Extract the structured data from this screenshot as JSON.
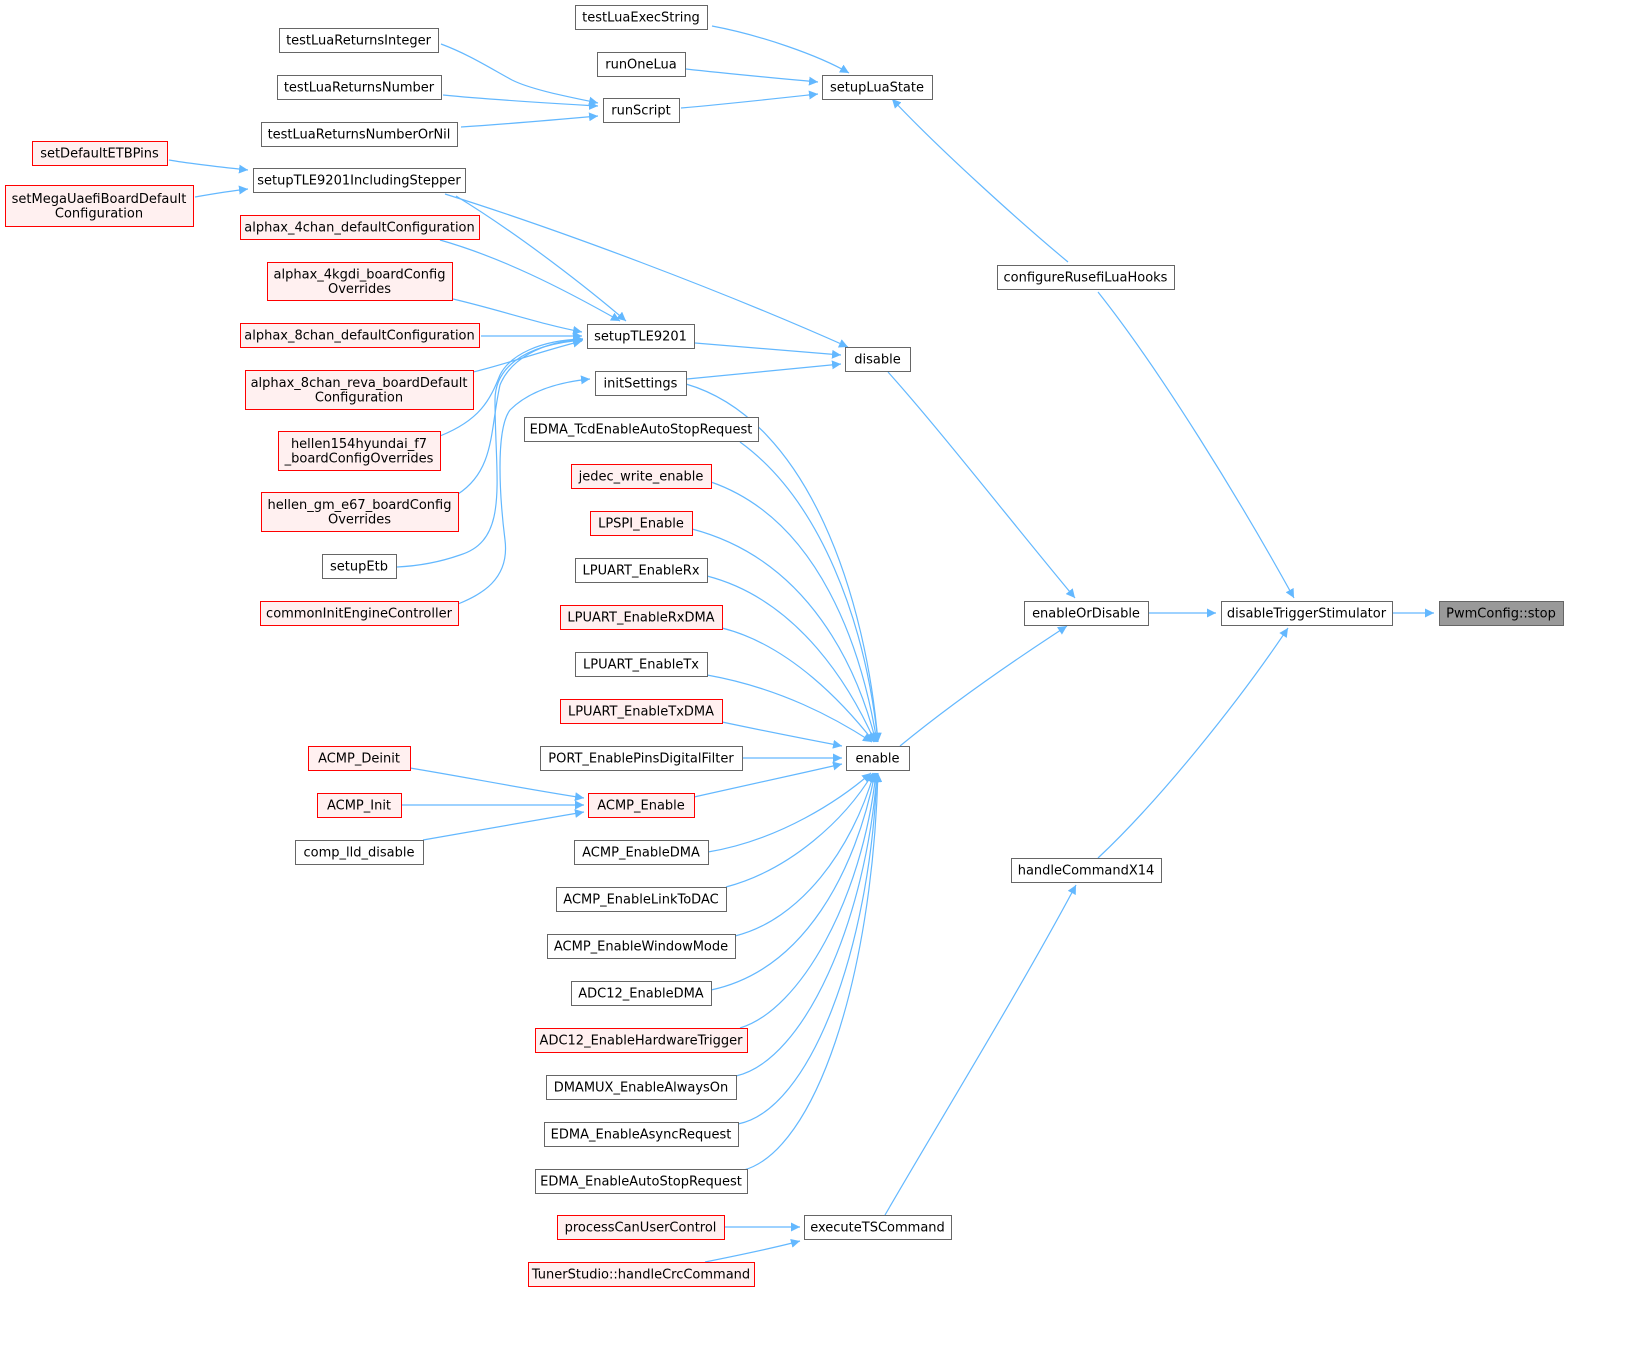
{
  "colors": {
    "edge": "#63b8ff",
    "node_fill": "#ffffff",
    "node_border": "#666666",
    "node_red_fill": "#fff0f0",
    "node_red_border": "#ff0000",
    "focus_fill": "#999999",
    "focus_border": "#666666"
  },
  "nodes": {
    "testLuaExecString": {
      "lines": [
        "testLuaExecString"
      ],
      "style": "normal"
    },
    "runOneLua": {
      "lines": [
        "runOneLua"
      ],
      "style": "normal"
    },
    "setupLuaState": {
      "lines": [
        "setupLuaState"
      ],
      "style": "normal"
    },
    "testLuaReturnsInteger": {
      "lines": [
        "testLuaReturnsInteger"
      ],
      "style": "normal"
    },
    "testLuaReturnsNumber": {
      "lines": [
        "testLuaReturnsNumber"
      ],
      "style": "normal"
    },
    "testLuaReturnsNumberOrNil": {
      "lines": [
        "testLuaReturnsNumberOrNil"
      ],
      "style": "normal"
    },
    "runScript": {
      "lines": [
        "runScript"
      ],
      "style": "normal"
    },
    "setDefaultETBPins": {
      "lines": [
        "setDefaultETBPins"
      ],
      "style": "red"
    },
    "setMegaUaefi": {
      "lines": [
        "setMegaUaefiBoardDefault",
        "Configuration"
      ],
      "style": "red"
    },
    "setupTLE9201IncludingStepper": {
      "lines": [
        "setupTLE9201IncludingStepper"
      ],
      "style": "normal"
    },
    "alphax_4chan": {
      "lines": [
        "alphax_4chan_defaultConfiguration"
      ],
      "style": "red"
    },
    "alphax_4kgdi": {
      "lines": [
        "alphax_4kgdi_boardConfig",
        "Overrides"
      ],
      "style": "red"
    },
    "alphax_8chan": {
      "lines": [
        "alphax_8chan_defaultConfiguration"
      ],
      "style": "red"
    },
    "alphax_8chan_reva": {
      "lines": [
        "alphax_8chan_reva_boardDefault",
        "Configuration"
      ],
      "style": "red"
    },
    "hellen154": {
      "lines": [
        "hellen154hyundai_f7",
        "_boardConfigOverrides"
      ],
      "style": "red"
    },
    "hellen_gm": {
      "lines": [
        "hellen_gm_e67_boardConfig",
        "Overrides"
      ],
      "style": "red"
    },
    "setupEtb": {
      "lines": [
        "setupEtb"
      ],
      "style": "normal"
    },
    "commonInitEngineController": {
      "lines": [
        "commonInitEngineController"
      ],
      "style": "red"
    },
    "setupTLE9201": {
      "lines": [
        "setupTLE9201"
      ],
      "style": "normal"
    },
    "initSettings": {
      "lines": [
        "initSettings"
      ],
      "style": "normal"
    },
    "disable": {
      "lines": [
        "disable"
      ],
      "style": "normal"
    },
    "configureRusefiLuaHooks": {
      "lines": [
        "configureRusefiLuaHooks"
      ],
      "style": "normal"
    },
    "EDMA_TcdEnableAutoStopRequest": {
      "lines": [
        "EDMA_TcdEnableAutoStopRequest"
      ],
      "style": "normal"
    },
    "jedec_write_enable": {
      "lines": [
        "jedec_write_enable"
      ],
      "style": "red"
    },
    "LPSPI_Enable": {
      "lines": [
        "LPSPI_Enable"
      ],
      "style": "red"
    },
    "LPUART_EnableRx": {
      "lines": [
        "LPUART_EnableRx"
      ],
      "style": "normal"
    },
    "LPUART_EnableRxDMA": {
      "lines": [
        "LPUART_EnableRxDMA"
      ],
      "style": "red"
    },
    "LPUART_EnableTx": {
      "lines": [
        "LPUART_EnableTx"
      ],
      "style": "normal"
    },
    "LPUART_EnableTxDMA": {
      "lines": [
        "LPUART_EnableTxDMA"
      ],
      "style": "red"
    },
    "PORT_EnablePinsDigitalFilter": {
      "lines": [
        "PORT_EnablePinsDigitalFilter"
      ],
      "style": "normal"
    },
    "ACMP_Deinit": {
      "lines": [
        "ACMP_Deinit"
      ],
      "style": "red"
    },
    "ACMP_Init": {
      "lines": [
        "ACMP_Init"
      ],
      "style": "red"
    },
    "comp_lld_disable": {
      "lines": [
        "comp_lld_disable"
      ],
      "style": "normal"
    },
    "ACMP_Enable": {
      "lines": [
        "ACMP_Enable"
      ],
      "style": "red"
    },
    "ACMP_EnableDMA": {
      "lines": [
        "ACMP_EnableDMA"
      ],
      "style": "normal"
    },
    "ACMP_EnableLinkToDAC": {
      "lines": [
        "ACMP_EnableLinkToDAC"
      ],
      "style": "normal"
    },
    "ACMP_EnableWindowMode": {
      "lines": [
        "ACMP_EnableWindowMode"
      ],
      "style": "normal"
    },
    "ADC12_EnableDMA": {
      "lines": [
        "ADC12_EnableDMA"
      ],
      "style": "normal"
    },
    "ADC12_EnableHardwareTrigger": {
      "lines": [
        "ADC12_EnableHardwareTrigger"
      ],
      "style": "red"
    },
    "DMAMUX_EnableAlwaysOn": {
      "lines": [
        "DMAMUX_EnableAlwaysOn"
      ],
      "style": "normal"
    },
    "EDMA_EnableAsyncRequest": {
      "lines": [
        "EDMA_EnableAsyncRequest"
      ],
      "style": "normal"
    },
    "EDMA_EnableAutoStopRequest": {
      "lines": [
        "EDMA_EnableAutoStopRequest"
      ],
      "style": "normal"
    },
    "enable": {
      "lines": [
        "enable"
      ],
      "style": "normal"
    },
    "enableOrDisable": {
      "lines": [
        "enableOrDisable"
      ],
      "style": "normal"
    },
    "processCanUserControl": {
      "lines": [
        "processCanUserControl"
      ],
      "style": "red"
    },
    "TunerStudio_handleCrcCommand": {
      "lines": [
        "TunerStudio::handleCrcCommand"
      ],
      "style": "red"
    },
    "executeTSCommand": {
      "lines": [
        "executeTSCommand"
      ],
      "style": "normal"
    },
    "handleCommandX14": {
      "lines": [
        "handleCommandX14"
      ],
      "style": "normal"
    },
    "disableTriggerStimulator": {
      "lines": [
        "disableTriggerStimulator"
      ],
      "style": "normal"
    },
    "PwmConfig_stop": {
      "lines": [
        "PwmConfig::stop"
      ],
      "style": "focus"
    }
  },
  "edges": [
    [
      "testLuaExecString",
      "setupLuaState"
    ],
    [
      "runOneLua",
      "setupLuaState"
    ],
    [
      "runScript",
      "setupLuaState"
    ],
    [
      "testLuaReturnsInteger",
      "runScript"
    ],
    [
      "testLuaReturnsNumber",
      "runScript"
    ],
    [
      "testLuaReturnsNumberOrNil",
      "runScript"
    ],
    [
      "setupLuaState",
      "configureRusefiLuaHooks"
    ],
    [
      "configureRusefiLuaHooks",
      "disableTriggerStimulator"
    ],
    [
      "setDefaultETBPins",
      "setupTLE9201IncludingStepper"
    ],
    [
      "setMegaUaefi",
      "setupTLE9201IncludingStepper"
    ],
    [
      "setupTLE9201IncludingStepper",
      "setupTLE9201"
    ],
    [
      "setupTLE9201IncludingStepper",
      "disable"
    ],
    [
      "alphax_4chan",
      "setupTLE9201"
    ],
    [
      "alphax_4kgdi",
      "setupTLE9201"
    ],
    [
      "alphax_8chan",
      "setupTLE9201"
    ],
    [
      "alphax_8chan_reva",
      "setupTLE9201"
    ],
    [
      "hellen154",
      "setupTLE9201"
    ],
    [
      "hellen_gm",
      "setupTLE9201"
    ],
    [
      "setupEtb",
      "setupTLE9201"
    ],
    [
      "commonInitEngineController",
      "initSettings"
    ],
    [
      "setupTLE9201",
      "disable"
    ],
    [
      "initSettings",
      "disable"
    ],
    [
      "disable",
      "enableOrDisable"
    ],
    [
      "initSettings",
      "enable"
    ],
    [
      "EDMA_TcdEnableAutoStopRequest",
      "enable"
    ],
    [
      "jedec_write_enable",
      "enable"
    ],
    [
      "LPSPI_Enable",
      "enable"
    ],
    [
      "LPUART_EnableRx",
      "enable"
    ],
    [
      "LPUART_EnableRxDMA",
      "enable"
    ],
    [
      "LPUART_EnableTx",
      "enable"
    ],
    [
      "LPUART_EnableTxDMA",
      "enable"
    ],
    [
      "PORT_EnablePinsDigitalFilter",
      "enable"
    ],
    [
      "ACMP_Deinit",
      "ACMP_Enable"
    ],
    [
      "ACMP_Init",
      "ACMP_Enable"
    ],
    [
      "comp_lld_disable",
      "ACMP_Enable"
    ],
    [
      "ACMP_Enable",
      "enable"
    ],
    [
      "ACMP_EnableDMA",
      "enable"
    ],
    [
      "ACMP_EnableLinkToDAC",
      "enable"
    ],
    [
      "ACMP_EnableWindowMode",
      "enable"
    ],
    [
      "ADC12_EnableDMA",
      "enable"
    ],
    [
      "ADC12_EnableHardwareTrigger",
      "enable"
    ],
    [
      "DMAMUX_EnableAlwaysOn",
      "enable"
    ],
    [
      "EDMA_EnableAsyncRequest",
      "enable"
    ],
    [
      "EDMA_EnableAutoStopRequest",
      "enable"
    ],
    [
      "enable",
      "enableOrDisable"
    ],
    [
      "enableOrDisable",
      "disableTriggerStimulator"
    ],
    [
      "processCanUserControl",
      "executeTSCommand"
    ],
    [
      "TunerStudio_handleCrcCommand",
      "executeTSCommand"
    ],
    [
      "executeTSCommand",
      "handleCommandX14"
    ],
    [
      "handleCommandX14",
      "disableTriggerStimulator"
    ],
    [
      "disableTriggerStimulator",
      "PwmConfig_stop"
    ]
  ]
}
